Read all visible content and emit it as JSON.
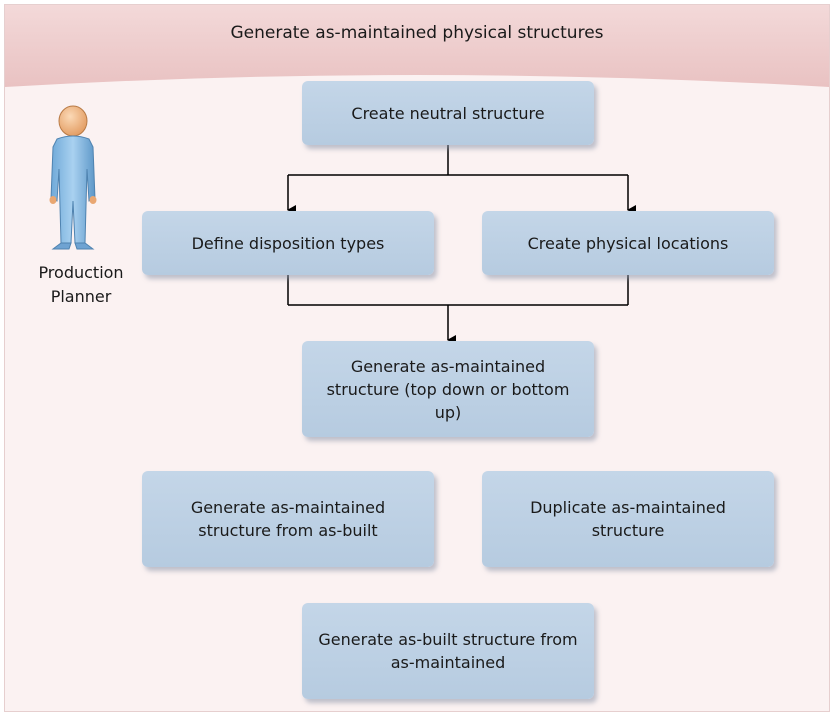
{
  "diagram": {
    "title": "Generate as-maintained physical structures",
    "actor": {
      "label": "Production Planner",
      "icon": "person-icon"
    },
    "nodes": {
      "create_neutral": "Create neutral structure",
      "define_disposition": "Define disposition types",
      "create_locations": "Create physical locations",
      "generate_top_down": "Generate as-maintained structure (top down or bottom up)",
      "generate_from_built": "Generate as-maintained structure from as-built",
      "duplicate": "Duplicate as-maintained structure",
      "generate_as_built": "Generate as-built structure from as-maintained"
    },
    "edges": [
      {
        "from": "create_neutral",
        "to": "define_disposition"
      },
      {
        "from": "create_neutral",
        "to": "create_locations"
      },
      {
        "from": "define_disposition",
        "to": "generate_top_down"
      },
      {
        "from": "create_locations",
        "to": "generate_top_down"
      }
    ],
    "colors": {
      "header_band": "#f0cfcf",
      "background": "#fbf2f2",
      "box_fill": "#bdd1e5",
      "actor_body": "#8fc0e6",
      "actor_head": "#f3b987"
    }
  }
}
